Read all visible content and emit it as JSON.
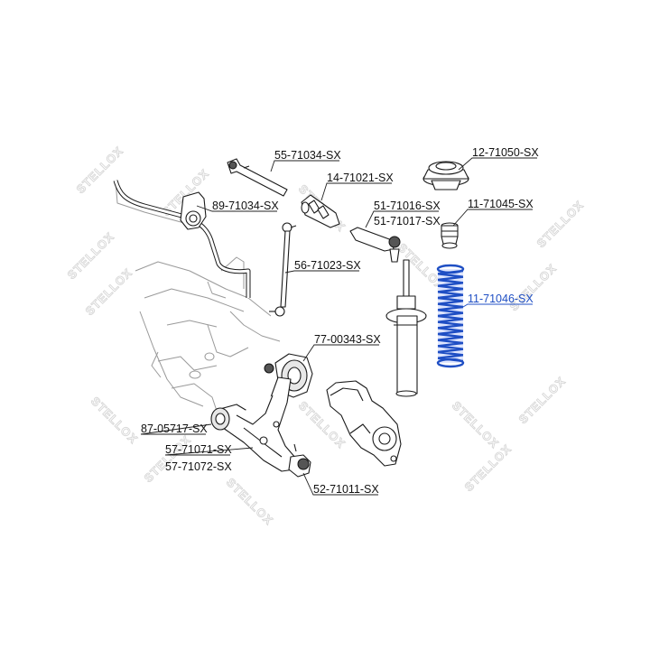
{
  "watermark": {
    "text": "STELLOX"
  },
  "colors": {
    "highlight": "#1f4fc4",
    "label": "#111111"
  },
  "parts": [
    {
      "id": "p-55-71034",
      "number": "55-71034-SX",
      "highlight": false
    },
    {
      "id": "p-14-71021",
      "number": "14-71021-SX",
      "highlight": false
    },
    {
      "id": "p-89-71034",
      "number": "89-71034-SX",
      "highlight": false
    },
    {
      "id": "p-12-71050",
      "number": "12-71050-SX",
      "highlight": false
    },
    {
      "id": "p-11-71045",
      "number": "11-71045-SX",
      "highlight": false
    },
    {
      "id": "p-51-71016",
      "number": "51-71016-SX",
      "highlight": false
    },
    {
      "id": "p-51-71017",
      "number": "51-71017-SX",
      "highlight": false
    },
    {
      "id": "p-56-71023",
      "number": "56-71023-SX",
      "highlight": false
    },
    {
      "id": "p-11-71046",
      "number": "11-71046-SX",
      "highlight": true
    },
    {
      "id": "p-77-00343",
      "number": "77-00343-SX",
      "highlight": false
    },
    {
      "id": "p-87-05717",
      "number": "87-05717-SX",
      "highlight": false
    },
    {
      "id": "p-57-71071",
      "number": "57-71071-SX",
      "highlight": false
    },
    {
      "id": "p-57-71072",
      "number": "57-71072-SX",
      "highlight": false
    },
    {
      "id": "p-52-71011",
      "number": "52-71011-SX",
      "highlight": false
    }
  ]
}
